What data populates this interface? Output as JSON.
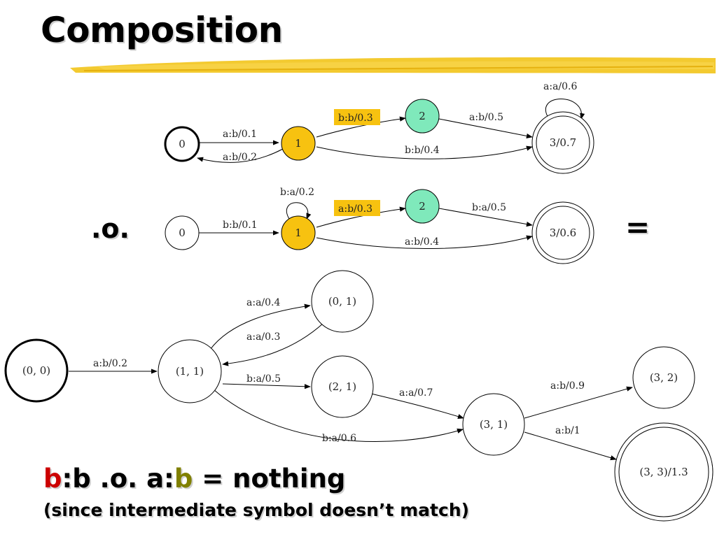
{
  "slide": {
    "title": "Composition",
    "operator": ".o.",
    "equals": "=",
    "caption": {
      "part1": "b",
      "part2": ":b .o. a:",
      "part3": "b",
      "part4": " = nothing",
      "sub": "(since intermediate symbol doesn’t match)",
      "colors": {
        "first_b": "#cc0000",
        "second_b": "#808000"
      }
    }
  },
  "colors": {
    "highlight_node": "#f7c210",
    "node2": "#7fe9bb",
    "highlight_edge_label": "#f7c210",
    "brush_stroke": "#f2c41a"
  },
  "fst_a": {
    "nodes": [
      {
        "id": "0",
        "label": "0",
        "start": true
      },
      {
        "id": "1",
        "label": "1",
        "highlighted": true
      },
      {
        "id": "2",
        "label": "2"
      },
      {
        "id": "3",
        "label": "3/0.7",
        "final": true
      }
    ],
    "edges": [
      {
        "from": "0",
        "to": "1",
        "label": "a:b/0.1"
      },
      {
        "from": "1",
        "to": "0",
        "label": "a:b/0.2"
      },
      {
        "from": "1",
        "to": "2",
        "label": "b:b/0.3",
        "highlighted": true
      },
      {
        "from": "2",
        "to": "3",
        "label": "a:b/0.5"
      },
      {
        "from": "1",
        "to": "3",
        "label": "b:b/0.4"
      },
      {
        "from": "3",
        "to": "3",
        "label": "a:a/0.6"
      }
    ]
  },
  "fst_b": {
    "nodes": [
      {
        "id": "0",
        "label": "0"
      },
      {
        "id": "1",
        "label": "1",
        "highlighted": true
      },
      {
        "id": "2",
        "label": "2"
      },
      {
        "id": "3",
        "label": "3/0.6",
        "final": true
      }
    ],
    "edges": [
      {
        "from": "0",
        "to": "1",
        "label": "b:b/0.1"
      },
      {
        "from": "1",
        "to": "1",
        "label": "b:a/0.2"
      },
      {
        "from": "1",
        "to": "2",
        "label": "a:b/0.3",
        "highlighted": true
      },
      {
        "from": "2",
        "to": "3",
        "label": "b:a/0.5"
      },
      {
        "from": "1",
        "to": "3",
        "label": "a:b/0.4"
      }
    ]
  },
  "fst_result": {
    "nodes": [
      {
        "id": "00",
        "label": "(0, 0)",
        "start": true
      },
      {
        "id": "11",
        "label": "(1, 1)"
      },
      {
        "id": "01",
        "label": "(0, 1)"
      },
      {
        "id": "21",
        "label": "(2, 1)"
      },
      {
        "id": "31",
        "label": "(3, 1)"
      },
      {
        "id": "32",
        "label": "(3, 2)"
      },
      {
        "id": "33",
        "label": "(3, 3)/1.3",
        "final": true
      }
    ],
    "edges": [
      {
        "from": "00",
        "to": "11",
        "label": "a:b/0.2"
      },
      {
        "from": "11",
        "to": "01",
        "label": "a:a/0.4"
      },
      {
        "from": "01",
        "to": "11",
        "label": "a:a/0.3"
      },
      {
        "from": "11",
        "to": "21",
        "label": "b:a/0.5"
      },
      {
        "from": "21",
        "to": "31",
        "label": "a:a/0.7"
      },
      {
        "from": "11",
        "to": "31",
        "label": "b:a/0.6"
      },
      {
        "from": "31",
        "to": "32",
        "label": "a:b/0.9"
      },
      {
        "from": "31",
        "to": "33",
        "label": "a:b/1"
      }
    ]
  }
}
